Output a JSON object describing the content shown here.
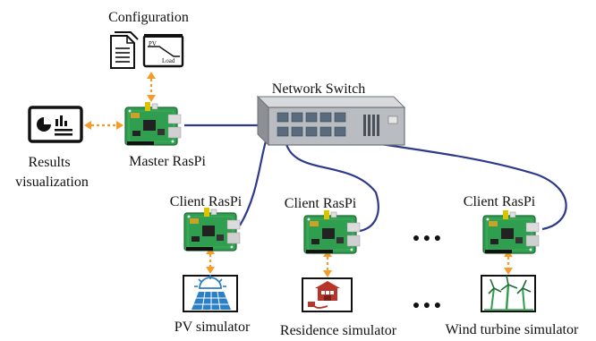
{
  "labels": {
    "configuration": "Configuration",
    "network_switch": "Network Switch",
    "results_line1": "Results",
    "results_line2": "visualization",
    "master": "Master RasPi",
    "client1": "Client RasPi",
    "client2": "Client RasPi",
    "client3": "Client RasPi",
    "pv_simulator": "PV simulator",
    "residence_simulator": "Residence simulator",
    "wind_simulator": "Wind turbine simulator"
  },
  "config_chart": {
    "top_label": "PV",
    "bottom_label": "Load"
  },
  "ellipsis": {
    "top": "● ● ●",
    "bottom": "● ● ●"
  },
  "colors": {
    "cable": "#2d3a8c",
    "dotted_link": "#f39c2a",
    "board_green": "#2f9e4f",
    "board_dark": "#1f6b36",
    "switch_body": "#b9bcc0",
    "switch_dark": "#6f7377",
    "port_blue": "#5a6b7d",
    "solar_blue": "#2b7fc4",
    "house_red": "#b8352a"
  },
  "icons": [
    "document-icon",
    "load-chart-icon",
    "dashboard-icon",
    "raspberry-pi-board-icon",
    "network-switch-icon",
    "solar-panel-icon",
    "house-icon",
    "wind-turbine-icon"
  ]
}
